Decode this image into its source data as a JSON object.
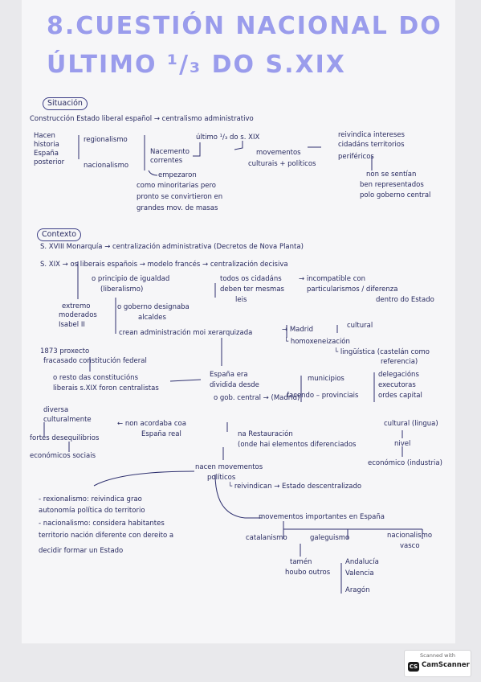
{
  "title": {
    "line1": "8.CUESTIÓN NACIONAL DO",
    "line2": "ÚLTIMO ¹/₃ DO S.XIX"
  },
  "situacion": {
    "heading": "Situación",
    "l1": "Construcción Estado liberal español → centralismo administrativo",
    "hacen": [
      "Hacen",
      "historia",
      "España",
      "posterior"
    ],
    "regionalismo": "regionalismo",
    "nacionalismo": "nacionalismo",
    "nacemento": [
      "Nacemento",
      "correntes"
    ],
    "empezaron": "empezaron",
    "minorias": [
      "como minoritarias pero",
      "pronto se convirtieron en",
      "grandes mov. de masas"
    ],
    "ultimo": "último ¹/₃ do s. XIX",
    "movementos": "movementos",
    "culturais": "culturais + políticos",
    "reivindica": [
      "reivindica intereses",
      "cidadáns territorios",
      "periféricos"
    ],
    "non_se": [
      "non se sentían",
      "ben representados",
      "polo goberno central"
    ]
  },
  "contexto": {
    "heading": "Contexto",
    "xviii": "S. XVIII Monarquía → centralización administrativa (Decretos de Nova Planta)",
    "xix": "S. XIX → os liberais españois → modelo francés → centralización decisiva",
    "principio": [
      "o principio de igualdad",
      "(liberalismo)"
    ],
    "todos": [
      "todos os cidadáns",
      "deben ter mesmas",
      "leis"
    ],
    "incompatible": [
      "→ incompatible con",
      "particularismos / diferenza",
      "dentro do Estado"
    ],
    "extremo": [
      "extremo",
      "moderados",
      "Isabel II"
    ],
    "goberno": [
      "o goberno designaba",
      "alcaldes"
    ],
    "crean": "crean administración moi xerarquizada",
    "madrid": "→ Madrid",
    "cultural": "cultural",
    "homo": "└ homoxeneización",
    "linguistica": [
      "└ lingüística (castelán como",
      "referencia)"
    ],
    "p1873": [
      "1873 proxecto",
      "fracasado constitución federal"
    ],
    "resto": [
      "o resto das constitucións",
      "liberais s.XIX foron centralistas"
    ],
    "espana": [
      "España era",
      "dividida desde"
    ],
    "municipios": "municipios",
    "gob": "o gob. central → (Madrid)",
    "provincial": "facendo – provinciais",
    "delegacions": [
      "delegacións",
      "executoras",
      "ordes capital"
    ],
    "diversa": [
      "diversa",
      "culturalmente"
    ],
    "noacordaba": [
      "← non acordaba coa",
      "España real"
    ],
    "restauracion": [
      "na Restauración",
      "(onde hai elementos diferenciados"
    ],
    "nivel": "nivel",
    "cultural2": "cultural (lingua)",
    "economico2": "económico (industria)",
    "fortes": "fortes desequilibrios",
    "econ": "económicos   sociais",
    "nacen": [
      "nacen movementos",
      "políticos"
    ],
    "reivindican": "└ reivindican → Estado descentralizado",
    "defs": [
      "- rexionalismo: reivindica grao",
      "autonomía política do territorio",
      "- nacionalismo: considera habitantes",
      "territorio nación diferente con dereito a",
      "decidir formar un Estado"
    ],
    "importantes": "movementos importantes en España",
    "catalanismo": "catalanismo",
    "galeguismo": "galeguismo",
    "vasco": [
      "nacionalismo",
      "vasco"
    ],
    "tamen": [
      "tamén",
      "houbo outros"
    ],
    "outros": [
      "Andalucía",
      "Valencia",
      "Aragón"
    ]
  },
  "scanner": {
    "scanned": "Scanned with",
    "logo": "CS",
    "name": "CamScanner"
  },
  "colors": {
    "ink": "#27295f",
    "title": "#9a9cec",
    "paper": "#f6f6f8"
  }
}
